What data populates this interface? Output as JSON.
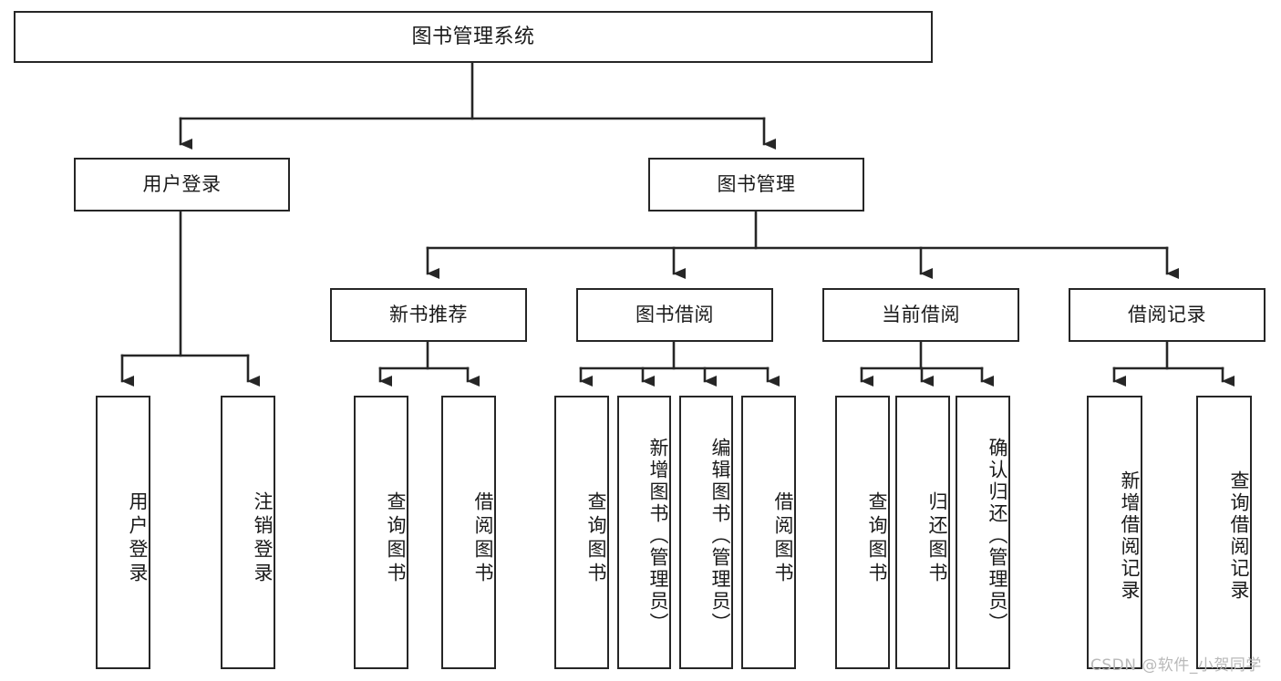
{
  "diagram": {
    "title": "图书管理系统",
    "type": "tree-hierarchy-diagram",
    "colors": {
      "box_border": "#262626",
      "box_fill": "#ffffff",
      "connector": "#262626",
      "text": "#1a1a1a",
      "watermark": "#b9b9b9",
      "background": "#ffffff"
    },
    "root": {
      "label": "图书管理系统"
    },
    "level2": [
      {
        "label": "用户登录"
      },
      {
        "label": "图书管理"
      }
    ],
    "level3": [
      {
        "label": "新书推荐"
      },
      {
        "label": "图书借阅"
      },
      {
        "label": "当前借阅"
      },
      {
        "label": "借阅记录"
      }
    ],
    "leaves": {
      "user_login": [
        {
          "label": "用户登录"
        },
        {
          "label": "注销登录"
        }
      ],
      "new_book_recommend": [
        {
          "label": "查询图书"
        },
        {
          "label": "借阅图书"
        }
      ],
      "book_borrow": [
        {
          "label": "查询图书"
        },
        {
          "label": "新增图书（管理员）"
        },
        {
          "label": "编辑图书（管理员）"
        },
        {
          "label": "借阅图书"
        }
      ],
      "current_borrow": [
        {
          "label": "查询图书"
        },
        {
          "label": "归还图书"
        },
        {
          "label": "确认归还（管理员）"
        }
      ],
      "borrow_record": [
        {
          "label": "新增借阅记录"
        },
        {
          "label": "查询借阅记录"
        }
      ]
    }
  },
  "watermark": {
    "text": "CSDN @软件_小贺同学"
  }
}
